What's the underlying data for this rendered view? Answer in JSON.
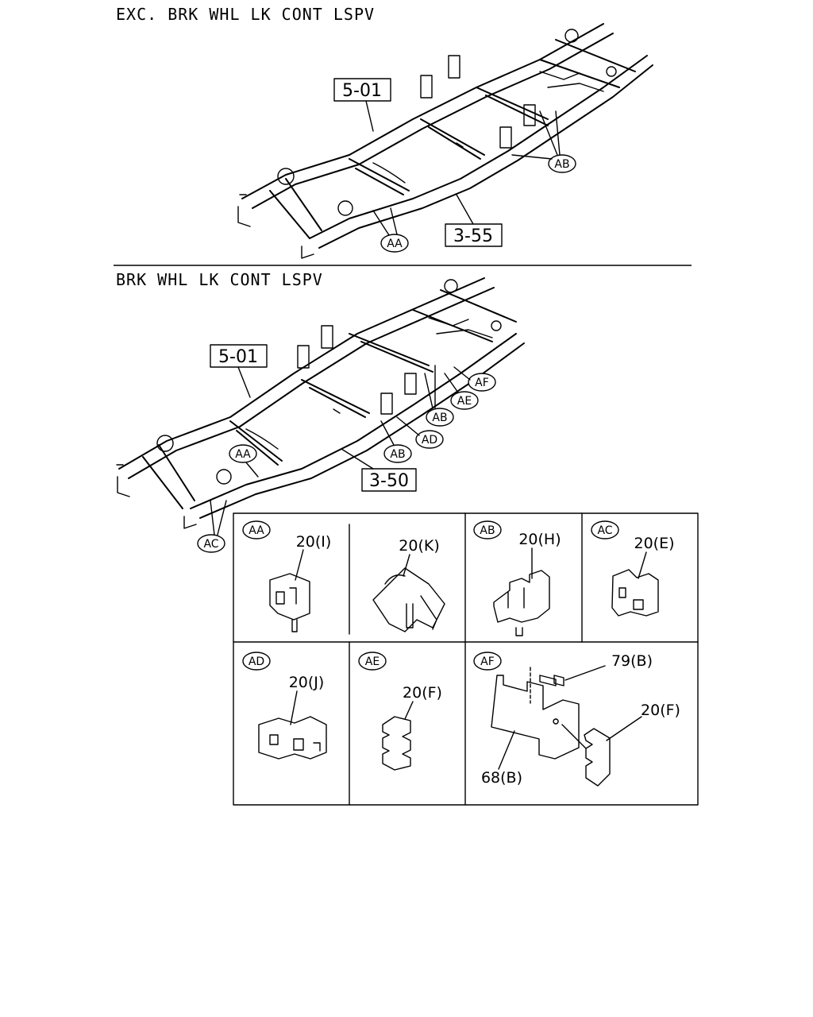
{
  "sections": {
    "top": {
      "heading": "EXC. BRK WHL LK CONT LSPV",
      "refs": {
        "frame": "5-01",
        "pipe": "3-55"
      },
      "callouts": {
        "aa": "AA",
        "ab": "AB"
      }
    },
    "bottom": {
      "heading": "BRK WHL LK CONT LSPV",
      "refs": {
        "frame": "5-01",
        "pipe": "3-50"
      },
      "callouts": {
        "aa": "AA",
        "ab1": "AB",
        "ab2": "AB",
        "ac": "AC",
        "ad": "AD",
        "ae": "AE",
        "af": "AF"
      }
    }
  },
  "detail_grid": {
    "cells": [
      {
        "tag": "AA",
        "parts": [
          "20(I)",
          "20(K)"
        ]
      },
      {
        "tag": "AB",
        "parts": [
          "20(H)"
        ]
      },
      {
        "tag": "AC",
        "parts": [
          "20(E)"
        ]
      },
      {
        "tag": "AD",
        "parts": [
          "20(J)"
        ]
      },
      {
        "tag": "AE",
        "parts": [
          "20(F)"
        ]
      },
      {
        "tag": "AF",
        "parts": [
          "79(B)",
          "20(F)",
          "68(B)"
        ]
      }
    ]
  }
}
